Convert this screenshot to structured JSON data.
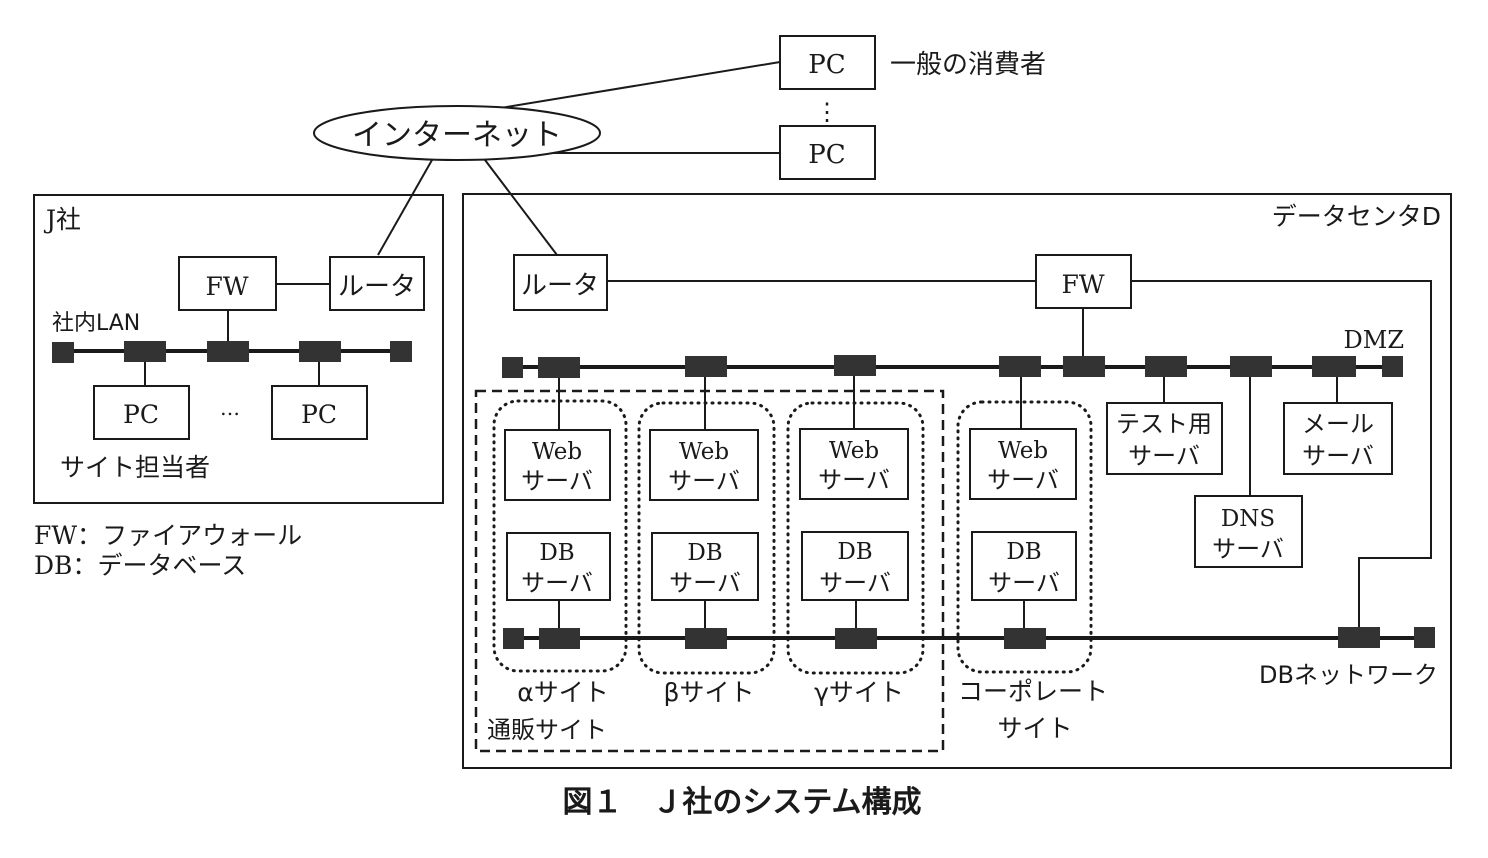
{
  "title": "図１　Ｊ社のシステム構成",
  "internet": {
    "label": "インターネット"
  },
  "consumers": {
    "pc_label": "PC",
    "ellipsis": "⋮",
    "label": "一般の消費者"
  },
  "j_company": {
    "label": "J社",
    "lan_label": "社内LAN",
    "fw_label": "FW",
    "router_label": "ルータ",
    "pc_label": "PC",
    "ellipsis": "…",
    "staff_label": "サイト担当者"
  },
  "legend": [
    {
      "abbr": "FW",
      "sep": "：",
      "meaning": "ファイアウォール"
    },
    {
      "abbr": "DB",
      "sep": "：",
      "meaning": "データベース"
    }
  ],
  "datacenter": {
    "label": "データセンタD",
    "router_label": "ルータ",
    "fw_label": "FW",
    "dmz_label": "DMZ",
    "db_network_label": "DBネットワーク",
    "mail_order_label": "通販サイト",
    "sites": [
      {
        "name": "αサイト",
        "web": [
          "Web",
          "サーバ"
        ],
        "db": [
          "DB",
          "サーバ"
        ]
      },
      {
        "name": "βサイト",
        "web": [
          "Web",
          "サーバ"
        ],
        "db": [
          "DB",
          "サーバ"
        ]
      },
      {
        "name": "γサイト",
        "web": [
          "Web",
          "サーバ"
        ],
        "db": [
          "DB",
          "サーバ"
        ]
      }
    ],
    "corporate": {
      "name": [
        "コーポレート",
        "サイト"
      ],
      "web": [
        "Web",
        "サーバ"
      ],
      "db": [
        "DB",
        "サーバ"
      ]
    },
    "test_server": [
      "テスト用",
      "サーバ"
    ],
    "dns_server": [
      "DNS",
      "サーバ"
    ],
    "mail_server": [
      "メール",
      "サーバ"
    ]
  }
}
